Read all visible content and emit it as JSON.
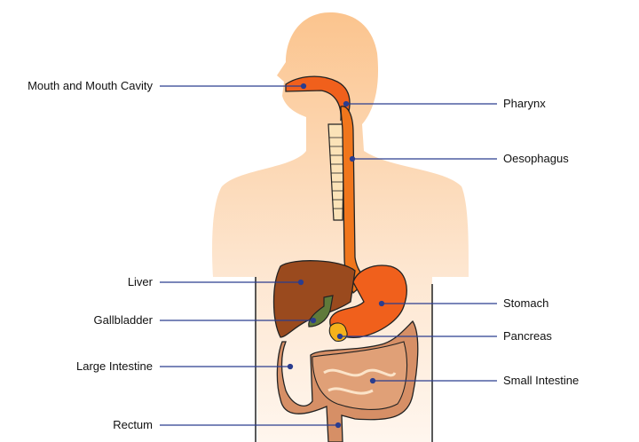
{
  "labels": {
    "mouth": "Mouth and Mouth Cavity",
    "pharynx": "Pharynx",
    "oesophagus": "Oesophagus",
    "liver": "Liver",
    "gallbladder": "Gallbladder",
    "large_intestine": "Large Intestine",
    "rectum": "Rectum",
    "stomach": "Stomach",
    "pancreas": "Pancreas",
    "small_intestine": "Small Intestine"
  },
  "colors": {
    "body": "#f9c796",
    "leader_line": "#2b3d8f",
    "liver": "#9a4a1e",
    "stomach": "#f0601c",
    "gallbladder": "#5f7a3a",
    "pancreas": "#f5b21c",
    "intestine": "#d68f66"
  }
}
